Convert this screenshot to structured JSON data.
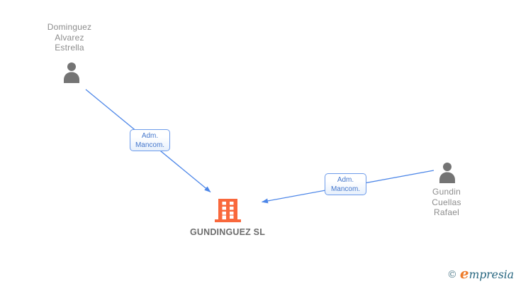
{
  "diagram": {
    "type": "corporate-relationship-graph",
    "background": "#ffffff"
  },
  "nodes": {
    "person1": {
      "type": "person",
      "name_lines": [
        "Dominguez",
        "Alvarez",
        "Estrella"
      ]
    },
    "person2": {
      "type": "person",
      "name_lines": [
        "Gundin",
        "Cuellas",
        "Rafael"
      ]
    },
    "company": {
      "type": "company",
      "label": "GUNDINGUEZ SL"
    }
  },
  "edges": [
    {
      "from": "person1",
      "to": "company",
      "label_lines": [
        "Adm.",
        "Mancom."
      ]
    },
    {
      "from": "person2",
      "to": "company",
      "label_lines": [
        "Adm.",
        "Mancom."
      ]
    }
  ],
  "colors": {
    "edge_blue": "#4c86e8",
    "edge_label_border": "#6d9bea",
    "edge_label_text": "#4577cc",
    "person_icon_gray": "#747474",
    "person_name_gray": "#8d8d8d",
    "company_orange": "#f9683c",
    "company_label_gray": "#6c6c6c",
    "logo_copyright_teal": "#57808f",
    "logo_brand_orange": "#ee7c2b",
    "logo_brand_teal": "#24647e"
  },
  "watermark": {
    "copyright_symbol": "©",
    "brand_initial": "e",
    "brand_rest": "mpresia"
  }
}
